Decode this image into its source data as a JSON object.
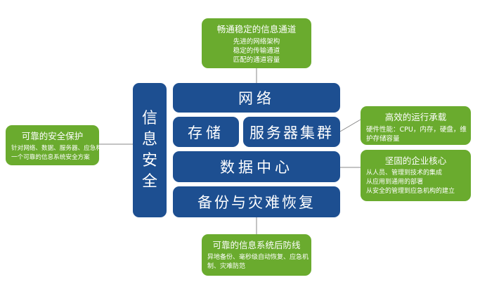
{
  "left_column": {
    "chars": [
      "信",
      "息",
      "安",
      "全"
    ]
  },
  "blocks": {
    "network": "网络",
    "storage": "存储",
    "server_cluster": "服务器集群",
    "data_center": "数据中心",
    "backup_recovery": "备份与灾难恢复"
  },
  "callouts": {
    "top": {
      "title": "畅通稳定的信息通道",
      "lines": [
        "先进的网络架构",
        "稳定的传输通道",
        "匹配的通道容量"
      ]
    },
    "left": {
      "title": "可靠的安全保护",
      "lines": [
        "针对网络、数据、服务器、应急构建",
        "一个可靠的信息系统安全方案"
      ]
    },
    "right_top": {
      "title": "高效的运行承载",
      "lines": [
        "硬件性能：CPU，内存，硬盘，维",
        "护存储容量"
      ]
    },
    "right_mid": {
      "title": "坚固的企业核心",
      "lines": [
        "从人员、管理到技术的集成",
        "从应用到通用的部署",
        "从安全的管理到应急机构的建立"
      ]
    },
    "bottom": {
      "title": "可靠的信息系统后防线",
      "lines": [
        "异地备份、毫秒级自动恢复、应急机",
        "制、灾难防范"
      ]
    }
  },
  "colors": {
    "navy": "#1d4f91",
    "green": "#6aab2e",
    "line": "#7f7f7f"
  }
}
